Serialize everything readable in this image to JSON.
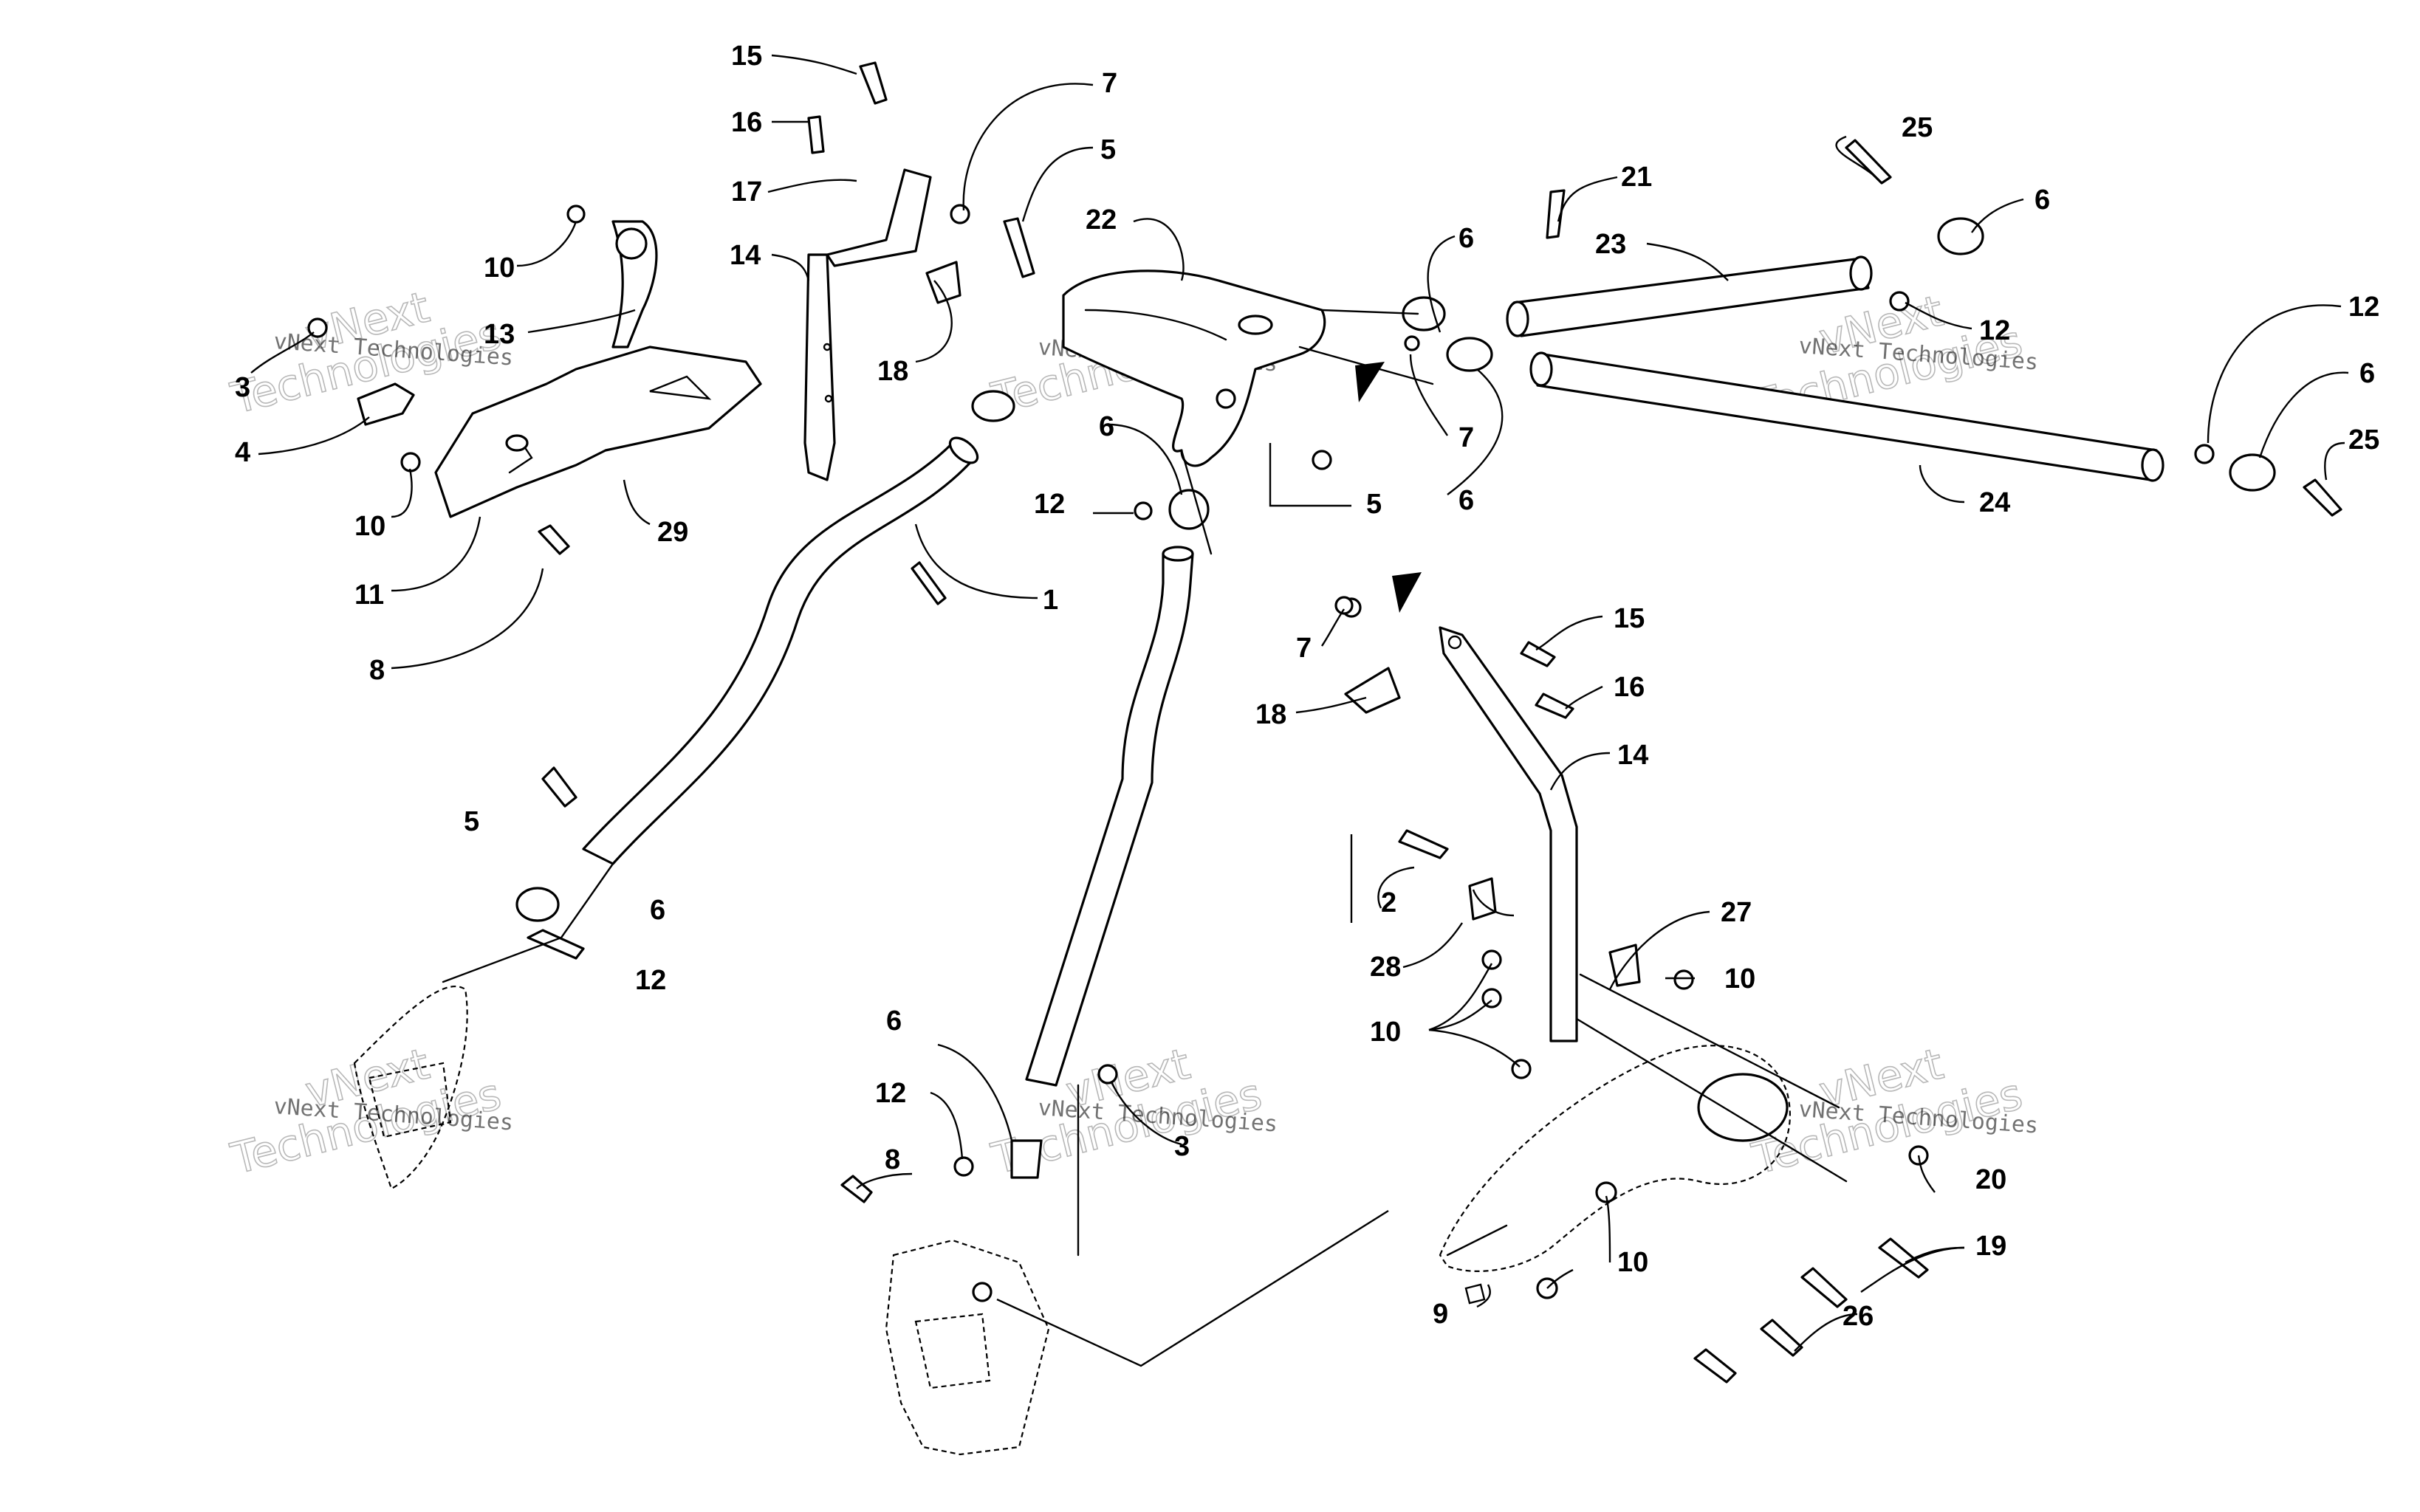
{
  "watermark": {
    "company": "vNext Technologies",
    "line1": "vNext",
    "line2": "Technologies"
  },
  "callouts": {
    "c15a": "15",
    "c16a": "16",
    "c17": "17",
    "c7a": "7",
    "c14a": "14",
    "c18a": "18",
    "c5a": "5",
    "c22": "22",
    "c10a": "10",
    "c13": "13",
    "c3": "3",
    "c4": "4",
    "c10b": "10",
    "c29": "29",
    "c11": "11",
    "c8a": "8",
    "c6a": "6",
    "c12a": "12",
    "c1": "1",
    "c5b": "5",
    "c6b": "6",
    "c7b": "7",
    "c6c": "6",
    "c21": "21",
    "c23": "23",
    "c25a": "25",
    "c6d": "6",
    "c12b": "12",
    "c12c": "12",
    "c6e": "6",
    "c25b": "25",
    "c24": "24",
    "c7c": "7",
    "c18b": "18",
    "c15b": "15",
    "c16b": "16",
    "c14b": "14",
    "c5c": "5",
    "c6f": "6",
    "c12d": "12",
    "c2": "2",
    "c28": "28",
    "c27": "27",
    "c10c": "10",
    "c10d": "10",
    "c6g": "6",
    "c12e": "12",
    "c8b": "8",
    "c3b": "3",
    "c20": "20",
    "c19": "19",
    "c10e": "10",
    "c9": "9",
    "c26": "26"
  }
}
